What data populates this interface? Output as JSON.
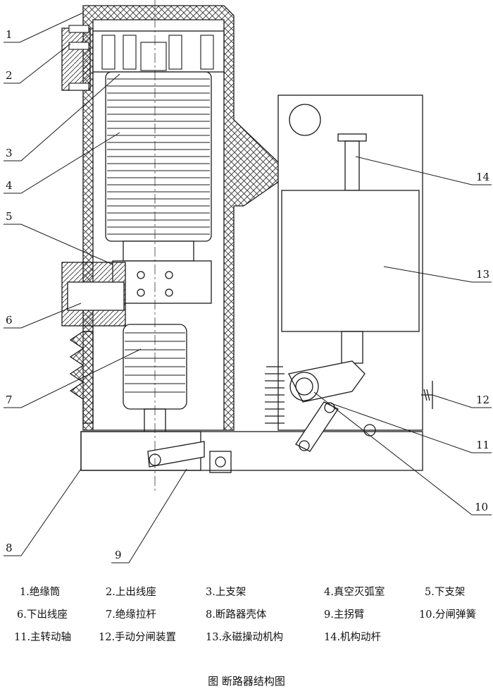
{
  "callouts": [
    "1",
    "2",
    "3",
    "4",
    "5",
    "6",
    "7",
    "8",
    "9",
    "10",
    "11",
    "12",
    "13",
    "14"
  ],
  "legend": {
    "rows": [
      [
        "1.绝缘筒",
        "2.上出线座",
        "3.上支架",
        "4.真空灭弧室",
        "5.下支架"
      ],
      [
        "6.下出线座",
        "7.绝缘拉杆",
        "8.断路器壳体",
        "9.主拐臂",
        "10.分闸弹簧"
      ],
      [
        "11.主转动轴",
        "12.手动分闸装置",
        "13.永磁操动机构",
        "14.机构动杆"
      ]
    ]
  },
  "caption": "图   断路器结构图",
  "colors": {
    "line": "#1a1a1a",
    "hatch": "#333333",
    "background": "#ffffff"
  }
}
